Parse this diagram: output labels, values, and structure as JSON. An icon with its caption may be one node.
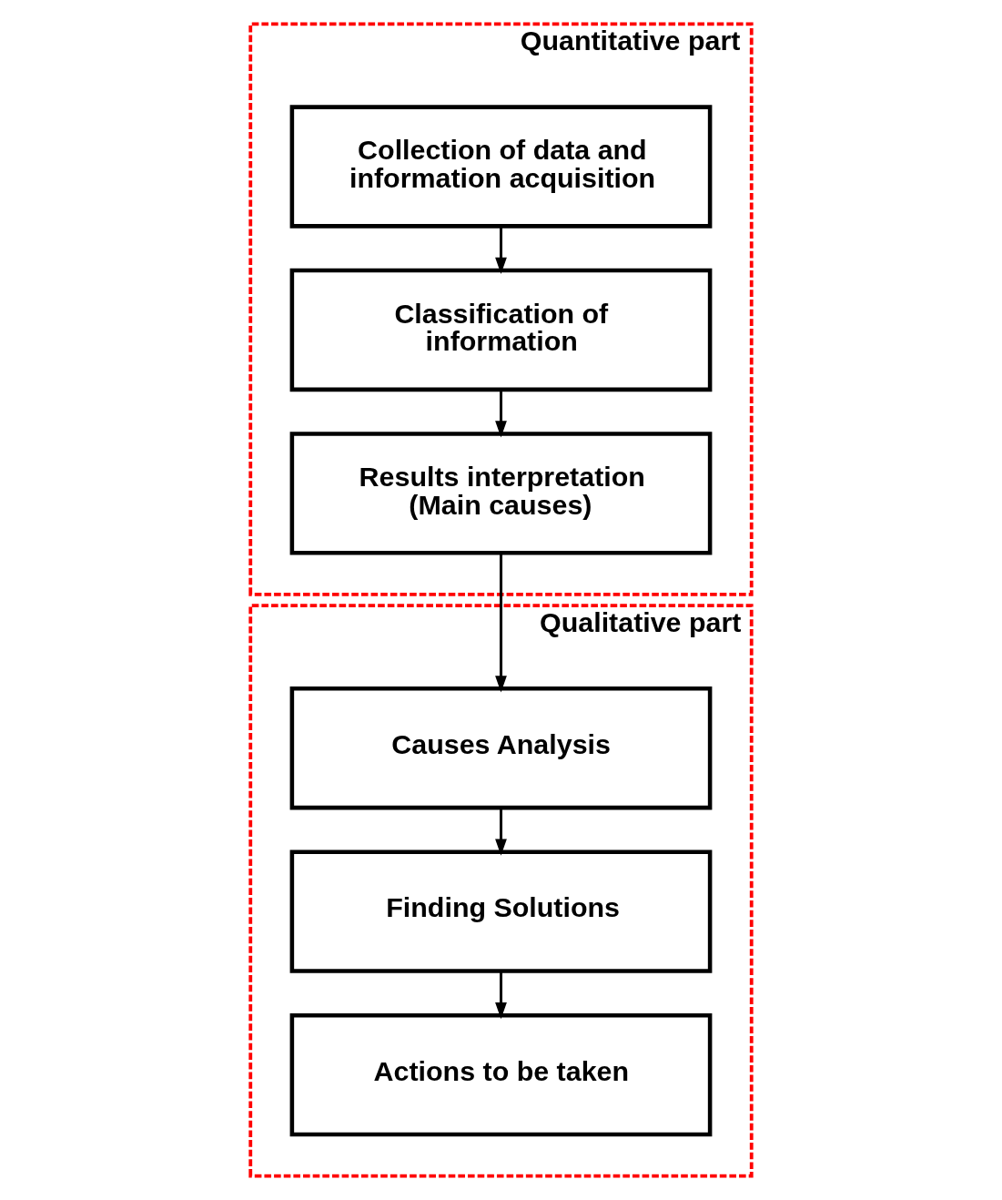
{
  "diagram": {
    "nodes": [
      {
        "text": [
          "Quantitative part"
        ]
      },
      {
        "text": [
          "Collection of data and information acquisition"
        ],
        "in": 0
      },
      {
        "text": [
          "Classification of information"
        ],
        "in": 0
      },
      {
        "text": [
          "Results interpretation (Main causes)"
        ],
        "in": 0
      },
      {
        "text": [
          "Qualitative part"
        ]
      },
      {
        "text": [
          "Causes Analysis"
        ],
        "in": 4
      },
      {
        "text": [
          "Finding Solutions"
        ],
        "in": 4
      },
      {
        "text": [
          "Actions to be taken"
        ],
        "in": 4
      }
    ],
    "edges": [
      {
        "from": 1,
        "to": 2,
        "arrow": "to"
      },
      {
        "from": 2,
        "to": 3,
        "arrow": "to"
      },
      {
        "from": 3,
        "to": 5,
        "arrow": "to"
      },
      {
        "from": 5,
        "to": 6,
        "arrow": "to"
      },
      {
        "from": 6,
        "to": 7,
        "arrow": "to"
      }
    ]
  }
}
